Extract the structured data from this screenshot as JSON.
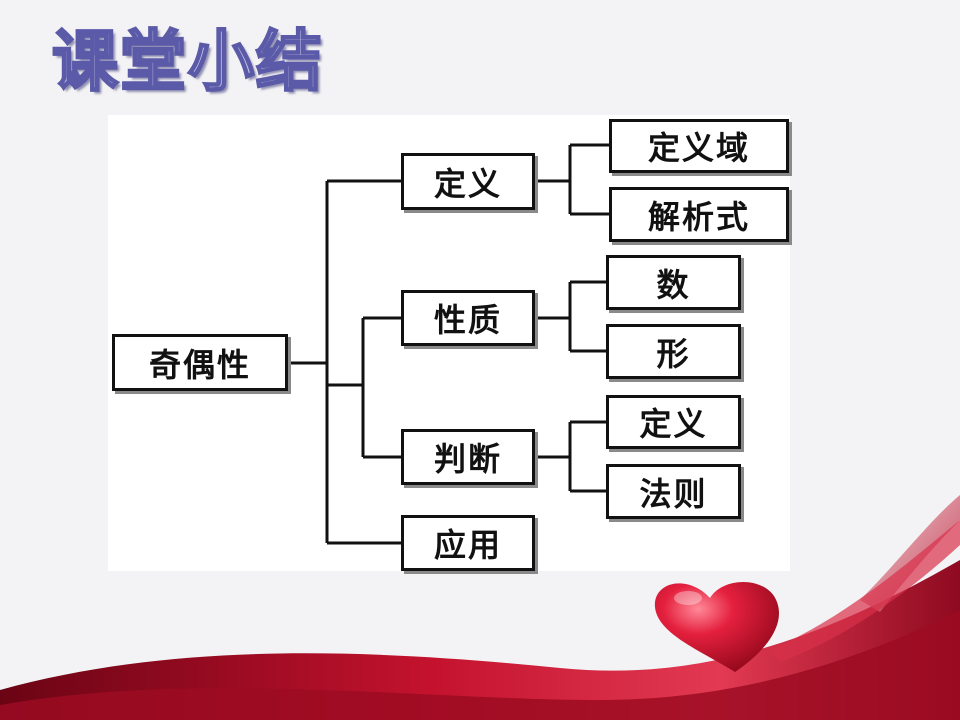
{
  "slide": {
    "title": "课堂小结"
  },
  "diagram": {
    "root": "奇偶性",
    "branches": [
      {
        "label": "定义",
        "children": [
          "定义域",
          "解析式"
        ]
      },
      {
        "label": "性质",
        "children": [
          "数",
          "形"
        ]
      },
      {
        "label": "判断",
        "children": [
          "定义",
          "法则"
        ]
      },
      {
        "label": "应用",
        "children": []
      }
    ]
  },
  "colors": {
    "title_fill": "#c9c7ea",
    "title_stroke": "#5a5aa8",
    "box_border": "#111111",
    "ribbon": "#b0102a",
    "heart": "#e21a3a"
  }
}
